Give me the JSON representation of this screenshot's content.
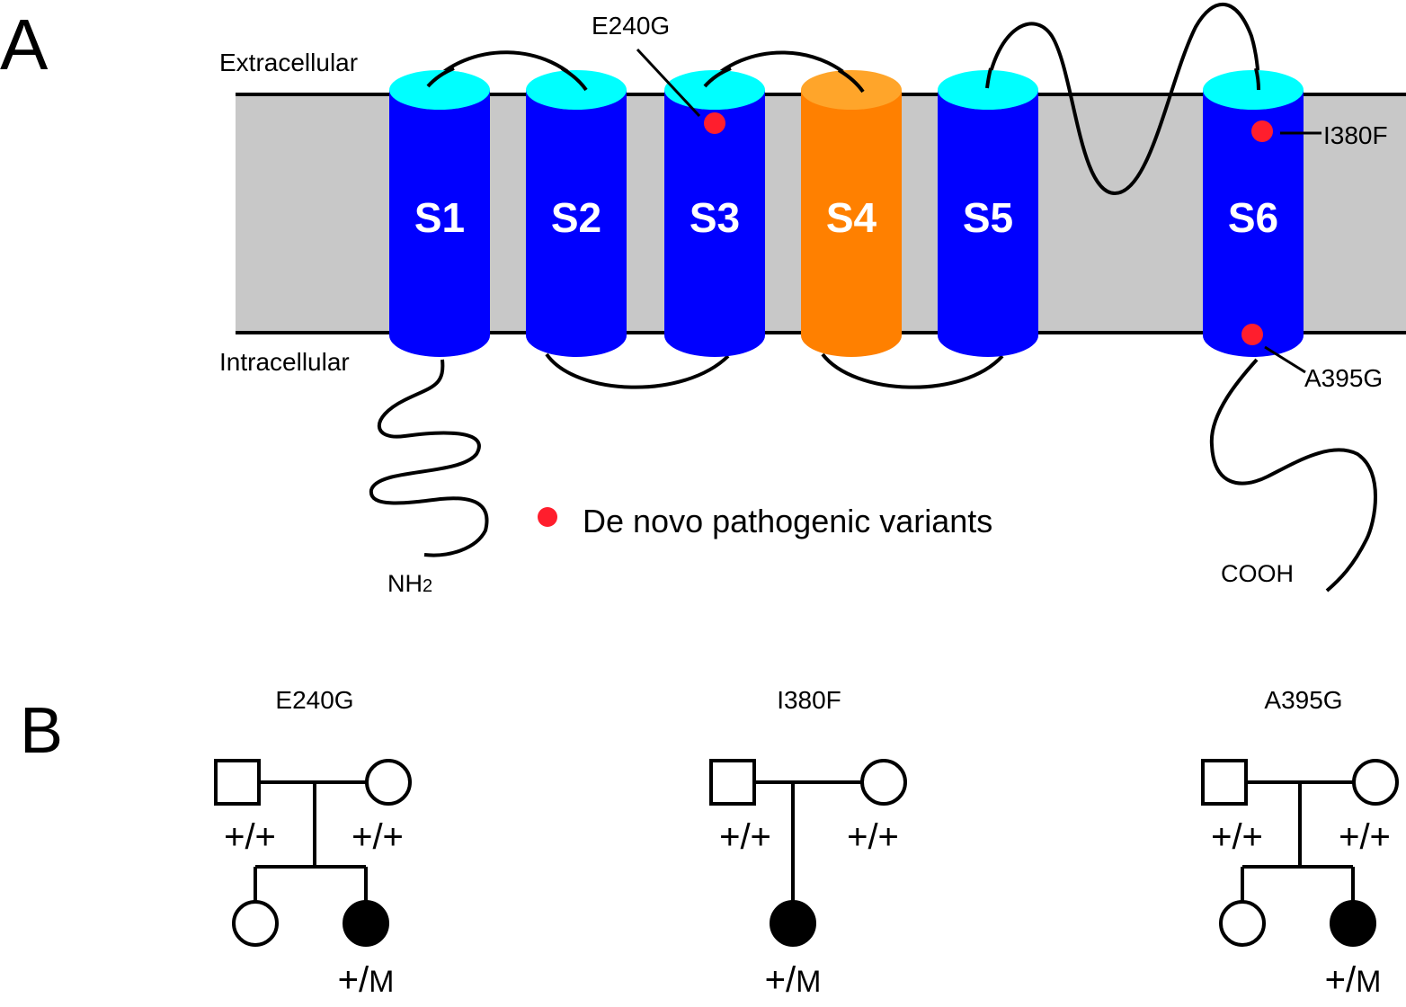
{
  "panel_a": {
    "label": "A",
    "extracellular_label": "Extracellular",
    "intracellular_label": "Intracellular",
    "n_terminus": "NH",
    "n_terminus_sub": "2",
    "c_terminus": "COOH",
    "segments": [
      {
        "label": "S1",
        "color": "#0000ff",
        "cap_color": "#00ffff"
      },
      {
        "label": "S2",
        "color": "#0000ff",
        "cap_color": "#00ffff"
      },
      {
        "label": "S3",
        "color": "#0000ff",
        "cap_color": "#00ffff"
      },
      {
        "label": "S4",
        "color": "#ff8000",
        "cap_color": "#ffa52a"
      },
      {
        "label": "S5",
        "color": "#0000ff",
        "cap_color": "#00ffff"
      },
      {
        "label": "S6",
        "color": "#0000ff",
        "cap_color": "#00ffff"
      }
    ],
    "membrane_color": "#c8c8c8",
    "variant_color": "#ff1e2d",
    "variants": [
      {
        "name": "E240G",
        "segment": "S3",
        "location": "extracellular end"
      },
      {
        "name": "I380F",
        "segment": "S6",
        "location": "extracellular end"
      },
      {
        "name": "A395G",
        "segment": "S6",
        "location": "intracellular end"
      }
    ],
    "legend": {
      "label": "De novo pathogenic variants"
    }
  },
  "panel_b": {
    "label": "B",
    "pedigrees": [
      {
        "title": "E240G",
        "father_genotype": "+/+",
        "mother_genotype": "+/+",
        "children": [
          {
            "sex": "female",
            "affected": false,
            "genotype": ""
          },
          {
            "sex": "female",
            "affected": true,
            "genotype_plus": "+/",
            "genotype_mut": "M"
          }
        ]
      },
      {
        "title": "I380F",
        "father_genotype": "+/+",
        "mother_genotype": "+/+",
        "children": [
          {
            "sex": "female",
            "affected": true,
            "genotype_plus": "+/",
            "genotype_mut": "M"
          }
        ]
      },
      {
        "title": "A395G",
        "father_genotype": "+/+",
        "mother_genotype": "+/+",
        "children": [
          {
            "sex": "female",
            "affected": false,
            "genotype": ""
          },
          {
            "sex": "female",
            "affected": true,
            "genotype_plus": "+/",
            "genotype_mut": "M"
          }
        ]
      }
    ]
  }
}
